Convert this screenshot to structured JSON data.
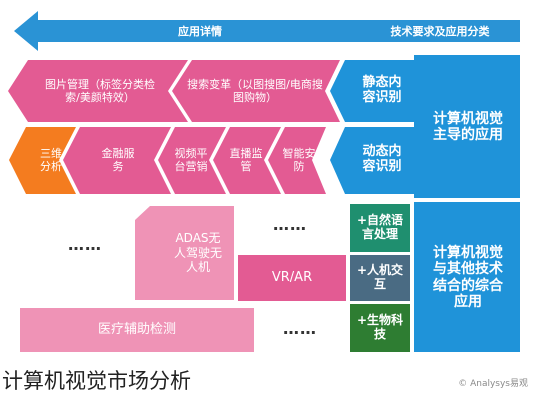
{
  "arrow_bar": {
    "right_label": "技术要求及应用分类",
    "left_label": "应用详情",
    "color": "#2a93d5"
  },
  "colors": {
    "blue": "#1f93d9",
    "pink": "#e35b93",
    "pink_light": "#ef93b6",
    "orange": "#f47c1f",
    "teal": "#1f8f6f",
    "slate": "#4a6b83",
    "green": "#2e7d32"
  },
  "sections": {
    "top": "计算机视觉主导的应用",
    "bottom": "计算机视觉与其他技术结合的综合应用"
  },
  "rows": {
    "static": {
      "label": "静态内容识别",
      "items": [
        "搜索变革（以图搜图/电商搜图购物）",
        "图片管理（标签分类检索/美颜特效）"
      ]
    },
    "dynamic": {
      "label": "动态内容识别",
      "items": [
        "智能安防",
        "直播监管",
        "视频平台营销",
        "金融服务",
        "三维分析"
      ]
    },
    "nlp": {
      "label": "+自然语言处理"
    },
    "hci": {
      "label": "+人机交互"
    },
    "bio": {
      "label": "+生物科技"
    }
  },
  "combined": {
    "adas": "ADAS无人驾驶无人机",
    "vr": "VR/AR",
    "medical": "医疗辅助检测",
    "ellipsis_left": "……",
    "ellipsis_top": "……",
    "ellipsis_bottom": "……"
  },
  "caption": "计算机视觉市场分析",
  "watermark": "© Analysys易观"
}
